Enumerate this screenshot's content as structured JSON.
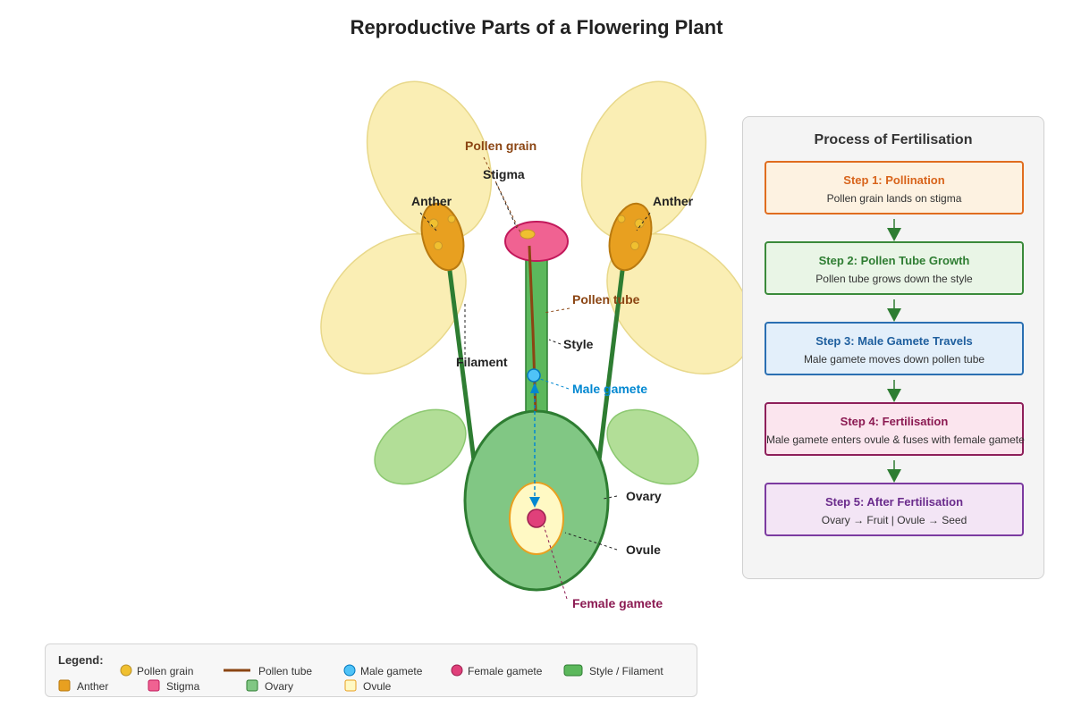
{
  "title": "Reproductive Parts of a Flowering Plant",
  "diagram_labels": {
    "pollen_grain": "Pollen grain",
    "stigma": "Stigma",
    "anther_left": "Anther",
    "anther_right": "Anther",
    "pollen_tube": "Pollen tube",
    "style": "Style",
    "filament": "Filament",
    "male_gamete": "Male gamete",
    "ovary": "Ovary",
    "ovule": "Ovule",
    "female_gamete": "Female gamete"
  },
  "process": {
    "title": "Process of Fertilisation",
    "steps": [
      {
        "title": "Step 1: Pollination",
        "desc": "Pollen grain lands on stigma"
      },
      {
        "title": "Step 2: Pollen Tube Growth",
        "desc": "Pollen tube grows down the style"
      },
      {
        "title": "Step 3: Male Gamete Travels",
        "desc": "Male gamete moves down pollen tube"
      },
      {
        "title": "Step 4: Fertilisation",
        "desc": "Male gamete enters ovule & fuses with female gamete"
      },
      {
        "title": "Step 5: After Fertilisation",
        "desc": "Ovary → Fruit | Ovule → Seed"
      }
    ]
  },
  "legend": {
    "title": "Legend:",
    "items": [
      {
        "label": "Pollen grain",
        "swatch": "circle",
        "color": "#f0c030"
      },
      {
        "label": "Pollen tube",
        "swatch": "line",
        "color": "#8b4513"
      },
      {
        "label": "Male gamete",
        "swatch": "circle",
        "color": "#4fc3f7"
      },
      {
        "label": "Female gamete",
        "swatch": "circle",
        "color": "#e0407a"
      },
      {
        "label": "Style / Filament",
        "swatch": "rect",
        "color": "#5cb85c"
      },
      {
        "label": "Anther",
        "swatch": "square",
        "color": "#e8a020"
      },
      {
        "label": "Stigma",
        "swatch": "square",
        "color": "#f06292"
      },
      {
        "label": "Ovary",
        "swatch": "square",
        "color": "#81c784"
      },
      {
        "label": "Ovule",
        "swatch": "square",
        "color": "#fff9c4"
      }
    ]
  },
  "colors": {
    "petal": "#faeeb4",
    "sepal": "#b2de97",
    "anther": "#e8a020",
    "stigma": "#f06292",
    "style": "#5cb85c",
    "ovary": "#81c784",
    "ovule": "#fff9c4",
    "pollen_tube": "#8b4513",
    "male_gamete": "#4fc3f7",
    "female_gamete": "#e0407a",
    "filament": "#2e7d32"
  }
}
